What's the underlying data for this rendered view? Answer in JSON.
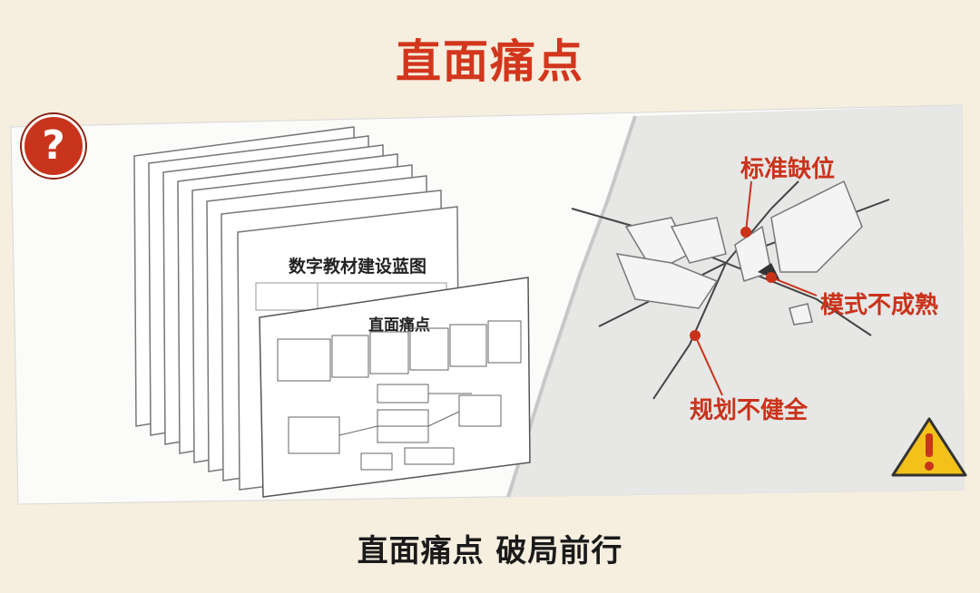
{
  "header": {
    "title": "直面痛点"
  },
  "illustration": {
    "document_back_title": "数字教材建设蓝图",
    "document_front_title": "直面痛点",
    "crack_labels": [
      "标准缺位",
      "模式不成熟",
      "规划不健全"
    ],
    "question_icon": "question-mark-icon",
    "warning_icon": "warning-triangle-icon"
  },
  "footer": {
    "subtitle": "直面痛点 破局前行"
  },
  "colors": {
    "accent": "#d2361c",
    "background": "#f6eedf",
    "warning": "#f2c21b"
  }
}
